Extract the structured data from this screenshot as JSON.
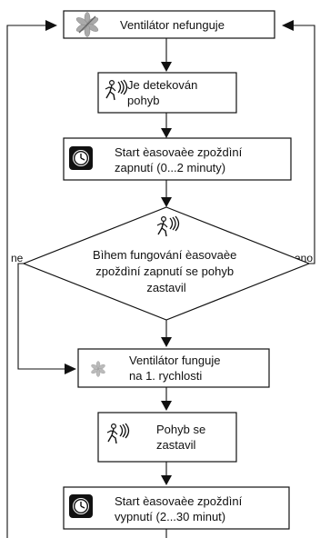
{
  "nodes": {
    "fan_off": {
      "label": "Ventilátor nefunguje",
      "icon": "fan-icon"
    },
    "motion_detected": {
      "lines": [
        "Je detekován",
        "pohyb"
      ],
      "icon": "motion-sensor-icon"
    },
    "start_on_delay": {
      "lines": [
        "Start èasovaèe zpoždìní",
        "zapnutí (0...2 minuty)"
      ],
      "icon": "timer-icon"
    },
    "decision": {
      "lines": [
        "Bìhem fungování èasovaèe",
        "zpoždìní zapnutí se pohyb",
        "zastavil"
      ],
      "icon": "motion-sensor-icon"
    },
    "fan_speed1": {
      "lines": [
        "Ventilátor funguje",
        "na 1. rychlosti"
      ],
      "icon": "fan-icon"
    },
    "motion_stopped": {
      "lines": [
        "Pohyb se",
        "zastavil"
      ],
      "icon": "motion-sensor-icon"
    },
    "start_off_delay": {
      "lines": [
        "Start èasovaèe zpoždìní",
        "vypnutí (2...30 minut)"
      ],
      "icon": "timer-icon"
    }
  },
  "edge_labels": {
    "no": "ne",
    "yes": "ano"
  },
  "colors": {
    "line": "#111111",
    "fan_icon": "#aaaaaa"
  }
}
